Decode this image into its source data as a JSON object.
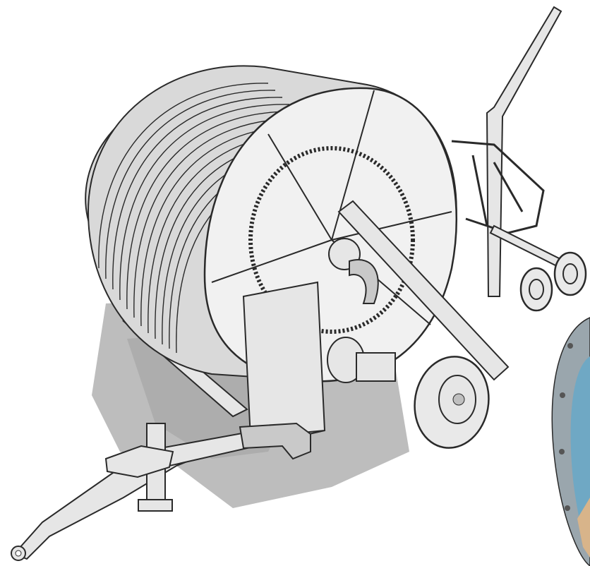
{
  "scene": {
    "subject": "hose-reel-irrigator",
    "style": "grayscale-technical-sketch",
    "colors": {
      "background": "#ffffff",
      "shadow": "#bdbdbd",
      "shadow_dark": "#8f8f8f",
      "line": "#2a2a2a",
      "drum_fill": "#d9d9d9",
      "drum_light": "#f1f1f1",
      "metal": "#e6e6e6",
      "hose": "#c9c9c9",
      "tire": "#e9e9e9",
      "flange_blue": "#6fa8c4",
      "flange_grey": "#9aa6ad",
      "flange_tan": "#d8b48a"
    },
    "parts": [
      "drum",
      "hose-coils",
      "trailer-frame",
      "tow-drawbar",
      "support-jack",
      "wheel",
      "pipe-arm",
      "gun-cart",
      "gearbox",
      "inlet-pipe",
      "turbine-pump",
      "flange-inset"
    ]
  }
}
